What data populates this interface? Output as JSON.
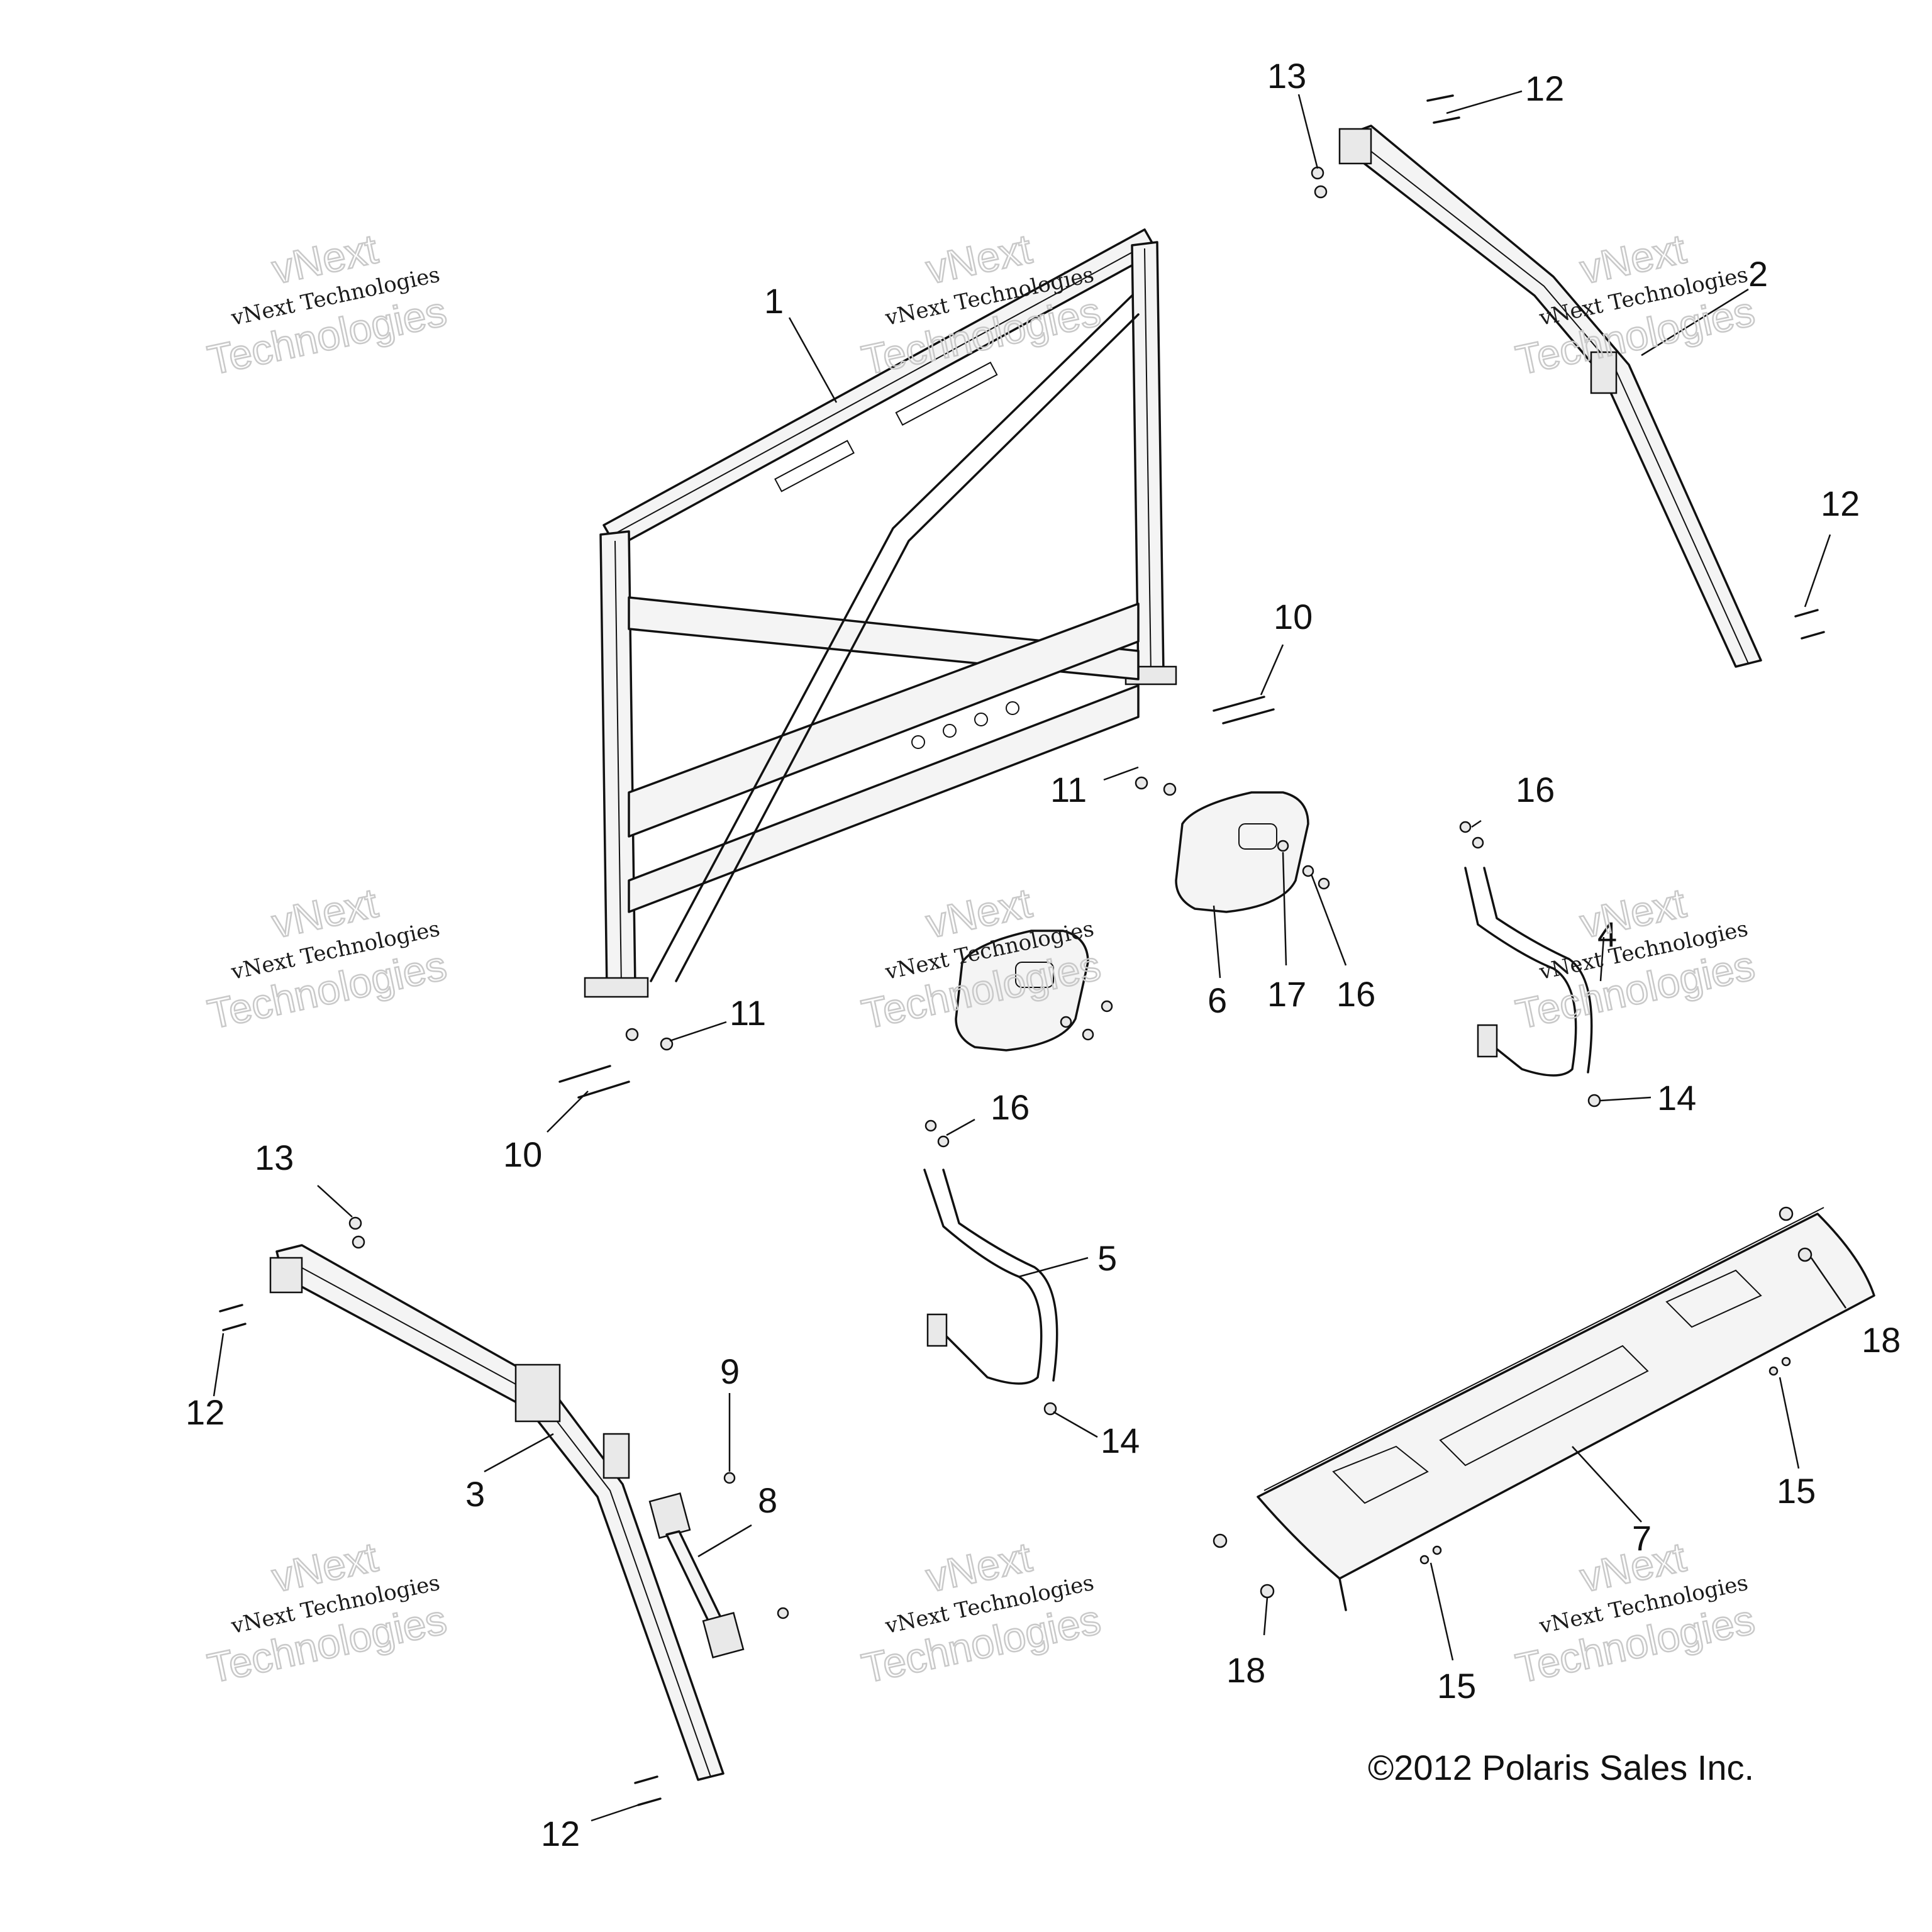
{
  "callouts": {
    "c1": "1",
    "c2": "2",
    "c3": "3",
    "c4": "4",
    "c5": "5",
    "c6": "6",
    "c7": "7",
    "c8": "8",
    "c9": "9",
    "c10a": "10",
    "c10b": "10",
    "c11a": "11",
    "c11b": "11",
    "c12a": "12",
    "c12b": "12",
    "c12c": "12",
    "c12d": "12",
    "c13a": "13",
    "c13b": "13",
    "c14a": "14",
    "c14b": "14",
    "c15a": "15",
    "c15b": "15",
    "c16a": "16",
    "c16b": "16",
    "c16c": "16",
    "c17": "17",
    "c18a": "18",
    "c18b": "18"
  },
  "watermark": {
    "line1": "vNext Technologies",
    "line2": "Technologies",
    "logo": "vNext"
  },
  "copyright": "©2012 Polaris Sales Inc."
}
